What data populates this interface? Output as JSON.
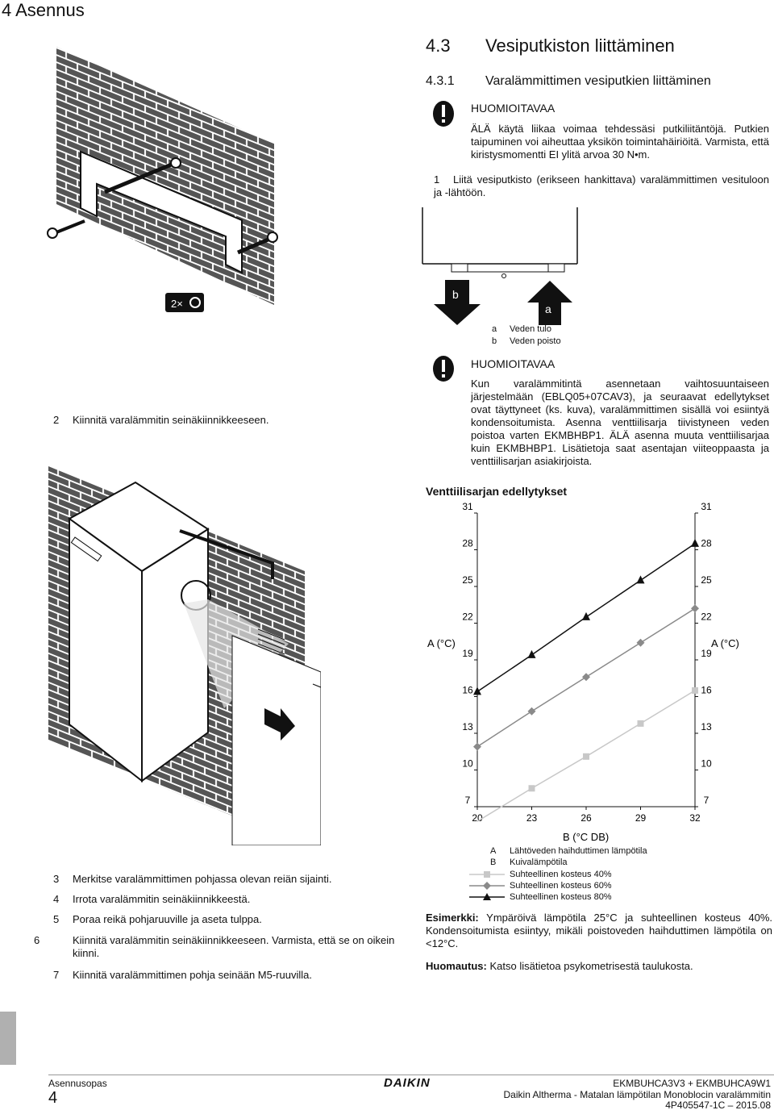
{
  "chapter": "4 Asennus",
  "section": {
    "num": "4.3",
    "title": "Vesiputkiston liittäminen"
  },
  "subsection": {
    "num": "4.3.1",
    "title": "Varalämmittimen vesiputkien liittäminen"
  },
  "notice1": {
    "title": "HUOMIOITAVAA",
    "text": "ÄLÄ käytä liikaa voimaa tehdessäsi putkiliitäntöjä. Putkien taipuminen voi aiheuttaa yksikön toimintahäiriöitä. Varmista, että kiristysmomentti EI ylitä arvoa 30 N•m."
  },
  "step1": {
    "n": "1",
    "text": "Liitä vesiputkisto (erikseen hankittava) varalämmittimen vesituloon ja -lähtöön."
  },
  "fig_labels": {
    "b": "b",
    "a": "a",
    "times": "2×"
  },
  "ab_legend": [
    {
      "k": "a",
      "v": "Veden tulo"
    },
    {
      "k": "b",
      "v": "Veden poisto"
    }
  ],
  "notice2": {
    "title": "HUOMIOITAVAA",
    "text": "Kun varalämmitintä asennetaan vaihtosuuntaiseen järjestelmään (EBLQ05+07CAV3), ja seuraavat edellytykset ovat täyttyneet (ks. kuva), varalämmittimen sisällä voi esiintyä kondensoitumista. Asenna venttiilisarja tiivistyneen veden poistoa varten EKMBHBP1. ÄLÄ asenna muuta venttiilisarjaa kuin EKMBHBP1. Lisätietoja saat asentajan viiteoppaasta ja venttiilisarjan asiakirjoista."
  },
  "step2": {
    "n": "2",
    "text": "Kiinnitä varalämmitin seinäkiinnikkeeseen."
  },
  "chart_title": "Venttiilisarjan edellytykset",
  "chart_data": {
    "type": "line",
    "xlabel": "B (°C DB)",
    "ylabel_left": "A (°C)",
    "ylabel_right": "A (°C)",
    "x_ticks": [
      20,
      23,
      26,
      29,
      32
    ],
    "y_ticks": [
      7,
      10,
      13,
      16,
      19,
      22,
      25,
      28,
      31
    ],
    "xlim": [
      20,
      32
    ],
    "ylim": [
      7,
      31
    ],
    "series": [
      {
        "name": "Suhteellinen kosteus 40%",
        "marker": "square",
        "color": "#c8c8c8",
        "x": [
          20,
          23,
          26,
          29,
          32
        ],
        "y": [
          5.8,
          8.5,
          11.1,
          13.8,
          16.5
        ]
      },
      {
        "name": "Suhteellinen kosteus 60%",
        "marker": "diamond",
        "color": "#8a8a8a",
        "x": [
          20,
          23,
          26,
          29,
          32
        ],
        "y": [
          11.9,
          14.8,
          17.6,
          20.4,
          23.2
        ]
      },
      {
        "name": "Suhteellinen kosteus 80%",
        "marker": "triangle",
        "color": "#111111",
        "x": [
          20,
          23,
          26,
          29,
          32
        ],
        "y": [
          16.4,
          19.4,
          22.5,
          25.5,
          28.5
        ]
      }
    ]
  },
  "chart_legend": [
    {
      "k": "A",
      "v": "Lähtöveden haihduttimen lämpötila"
    },
    {
      "k": "B",
      "v": "Kuivalämpötila"
    }
  ],
  "example": {
    "label": "Esimerkki:",
    "text": "Ympäröivä lämpötila 25°C ja suhteellinen kosteus 40%. Kondensoitumista esiintyy, mikäli poistoveden haihduttimen lämpötila on <12°C."
  },
  "note": {
    "label": "Huomautus:",
    "text": "Katso lisätietoa psykometrisestä taulukosta."
  },
  "steps": [
    {
      "n": "3",
      "text": "Merkitse varalämmittimen pohjassa olevan reiän sijainti."
    },
    {
      "n": "4",
      "text": "Irrota varalämmitin seinäkiinnikkeestä."
    },
    {
      "n": "5",
      "text": "Poraa reikä pohjaruuville ja aseta tulppa."
    },
    {
      "n": "6",
      "text": "Kiinnitä varalämmitin seinäkiinnikkeeseen. Varmista, että se on oikein kiinni."
    },
    {
      "n": "7",
      "text": "Kiinnitä varalämmittimen pohja seinään M5-ruuvilla."
    }
  ],
  "footer": {
    "left_label": "Asennusopas",
    "page_num": "4",
    "brand": "DAIKIN",
    "model": "EKMBUHCA3V3 + EKMBUHCA9W1",
    "product": "Daikin Altherma - Matalan lämpötilan Monoblocin varalämmitin",
    "doc": "4P405547-1C – 2015.08"
  }
}
